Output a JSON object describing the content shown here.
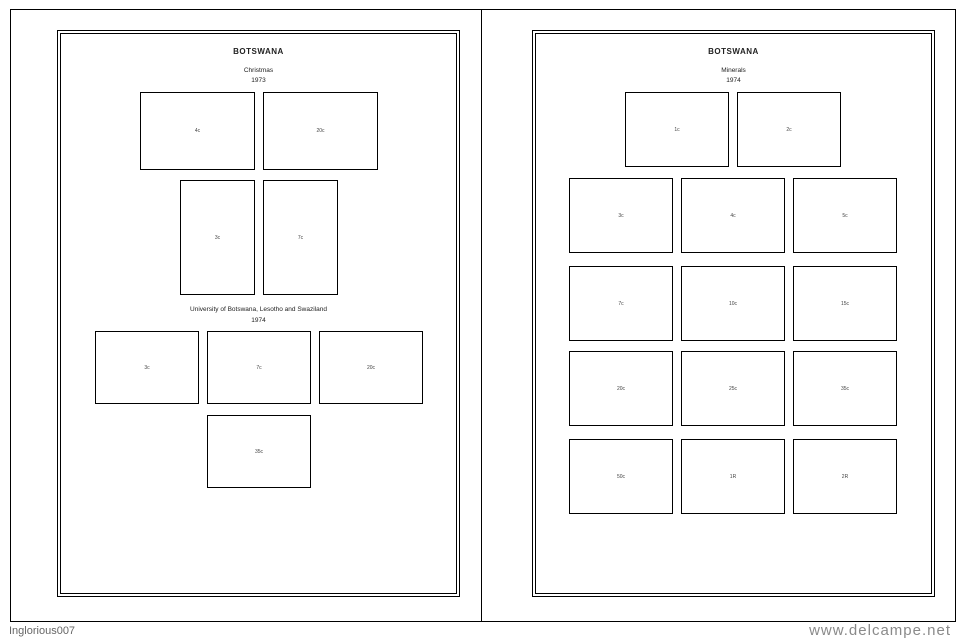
{
  "left_page": {
    "country": "BOTSWANA",
    "section1": {
      "title": "Christmas",
      "year": "1973",
      "stamps": [
        "4c",
        "20c",
        "3c",
        "7c"
      ]
    },
    "section2": {
      "title": "University of Botswana, Lesotho and Swaziland",
      "year": "1974",
      "stamps": [
        "3c",
        "7c",
        "20c",
        "35c"
      ]
    }
  },
  "right_page": {
    "country": "BOTSWANA",
    "section1": {
      "title": "Minerals",
      "year": "1974",
      "stamps": [
        "1c",
        "2c",
        "3c",
        "4c",
        "5c",
        "7c",
        "10c",
        "15c",
        "20c",
        "25c",
        "35c",
        "50c",
        "1R",
        "2R"
      ]
    }
  },
  "footer": {
    "user": "Inglorious007",
    "site": "www.delcampe.net"
  }
}
